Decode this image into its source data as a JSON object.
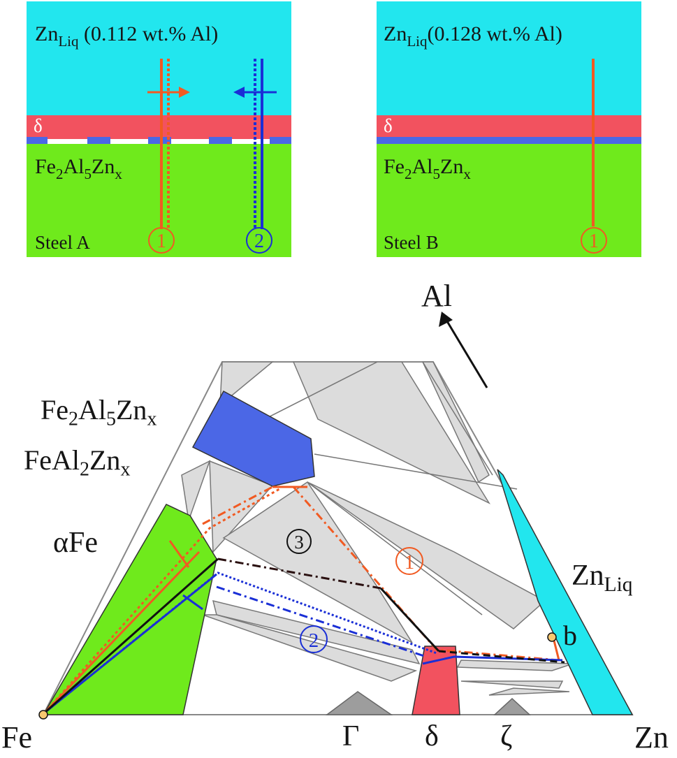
{
  "panel_a": {
    "liquid_label": "Zn",
    "liquid_sub": "Liq",
    "liquid_comp": " (0.112 wt.% Al)",
    "delta": "δ",
    "alloy_base": [
      "Fe",
      "Al",
      "Zn"
    ],
    "alloy_subs": [
      "2",
      "5",
      "x"
    ],
    "steel": "Steel A",
    "path_1": "1",
    "path_2": "2"
  },
  "panel_b": {
    "liquid_label": "Zn",
    "liquid_sub": "Liq",
    "liquid_comp": "(0.128 wt.% Al)",
    "delta": "δ",
    "alloy_base": [
      "Fe",
      "Al",
      "Zn"
    ],
    "alloy_subs": [
      "2",
      "5",
      "x"
    ],
    "steel": "Steel B",
    "path_1": "1"
  },
  "diagram": {
    "axis_al": "Al",
    "phase_fe2al5": [
      "Fe",
      "Al",
      "Zn"
    ],
    "phase_fe2al5_subs": [
      "2",
      "5",
      "x"
    ],
    "phase_feal2": [
      "FeAl",
      "Zn"
    ],
    "phase_feal2_subs": [
      "2",
      "x"
    ],
    "phase_alpha": "αFe",
    "phase_znliq": "Zn",
    "phase_znliq_sub": "Liq",
    "point_b": "b",
    "corner_fe": "Fe",
    "corner_zn": "Zn",
    "bottom_gamma": "Γ",
    "bottom_delta": "δ",
    "bottom_zeta": "ζ",
    "path_1": "1",
    "path_2": "2",
    "path_3": "3"
  },
  "colors": {
    "liquid": "#22e6ee",
    "delta": "#f2525f",
    "fe2al5": "#4b67e6",
    "alpha_fe": "#6fea1c",
    "path_1": "#f15a22",
    "path_2": "#1a2fd6",
    "path_3": "#1a1a1a"
  }
}
